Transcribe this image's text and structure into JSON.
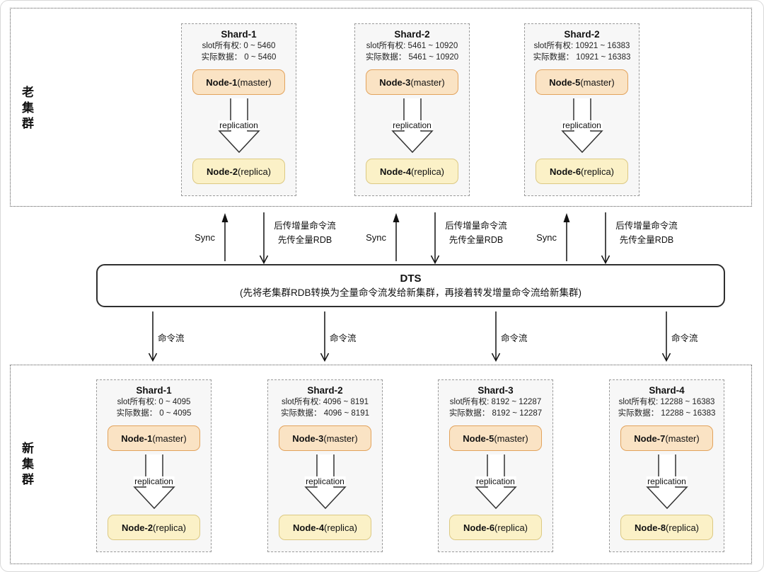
{
  "old_cluster": {
    "label": "老集群",
    "shards": [
      {
        "title": "Shard-1",
        "slot_line": "slot所有权: 0 ~ 5460",
        "data_line": "实际数据： 0 ~ 5460",
        "master_name": "Node-1",
        "master_role": "(master)",
        "replica_name": "Node-2",
        "replica_role": "(replica)"
      },
      {
        "title": "Shard-2",
        "slot_line": "slot所有权: 5461 ~ 10920",
        "data_line": "实际数据： 5461 ~ 10920",
        "master_name": "Node-3",
        "master_role": "(master)",
        "replica_name": "Node-4",
        "replica_role": "(replica)"
      },
      {
        "title": "Shard-2",
        "slot_line": "slot所有权: 10921 ~ 16383",
        "data_line": "实际数据： 10921 ~ 16383",
        "master_name": "Node-5",
        "master_role": "(master)",
        "replica_name": "Node-6",
        "replica_role": "(replica)"
      }
    ]
  },
  "new_cluster": {
    "label": "新集群",
    "shards": [
      {
        "title": "Shard-1",
        "slot_line": "slot所有权: 0 ~ 4095",
        "data_line": "实际数据： 0 ~ 4095",
        "master_name": "Node-1",
        "master_role": "(master)",
        "replica_name": "Node-2",
        "replica_role": "(replica)"
      },
      {
        "title": "Shard-2",
        "slot_line": "slot所有权: 4096 ~ 8191",
        "data_line": "实际数据： 4096 ~ 8191",
        "master_name": "Node-3",
        "master_role": "(master)",
        "replica_name": "Node-4",
        "replica_role": "(replica)"
      },
      {
        "title": "Shard-3",
        "slot_line": "slot所有权: 8192 ~ 12287",
        "data_line": "实际数据： 8192 ~ 12287",
        "master_name": "Node-5",
        "master_role": "(master)",
        "replica_name": "Node-6",
        "replica_role": "(replica)"
      },
      {
        "title": "Shard-4",
        "slot_line": "slot所有权: 12288 ~ 16383",
        "data_line": "实际数据： 12288 ~ 16383",
        "master_name": "Node-7",
        "master_role": "(master)",
        "replica_name": "Node-8",
        "replica_role": "(replica)"
      }
    ]
  },
  "replication_label": "replication",
  "sync_links": [
    {
      "up": "Sync",
      "down_line1": "后传增量命令流",
      "down_line2": "先传全量RDB"
    },
    {
      "up": "Sync",
      "down_line1": "后传增量命令流",
      "down_line2": "先传全量RDB"
    },
    {
      "up": "Sync",
      "down_line1": "后传增量命令流",
      "down_line2": "先传全量RDB"
    }
  ],
  "dts": {
    "title": "DTS",
    "subtitle": "(先将老集群RDB转换为全量命令流发给新集群，再接着转发增量命令流给新集群)"
  },
  "command_flows": [
    {
      "label": "命令流"
    },
    {
      "label": "命令流"
    },
    {
      "label": "命令流"
    },
    {
      "label": "命令流"
    }
  ],
  "colors": {
    "master_fill": "#fae3c4",
    "master_border": "#e2a35d",
    "replica_fill": "#fbf1c7",
    "replica_border": "#dcc983",
    "shard_fill": "#f7f7f7",
    "line": "#111111"
  }
}
